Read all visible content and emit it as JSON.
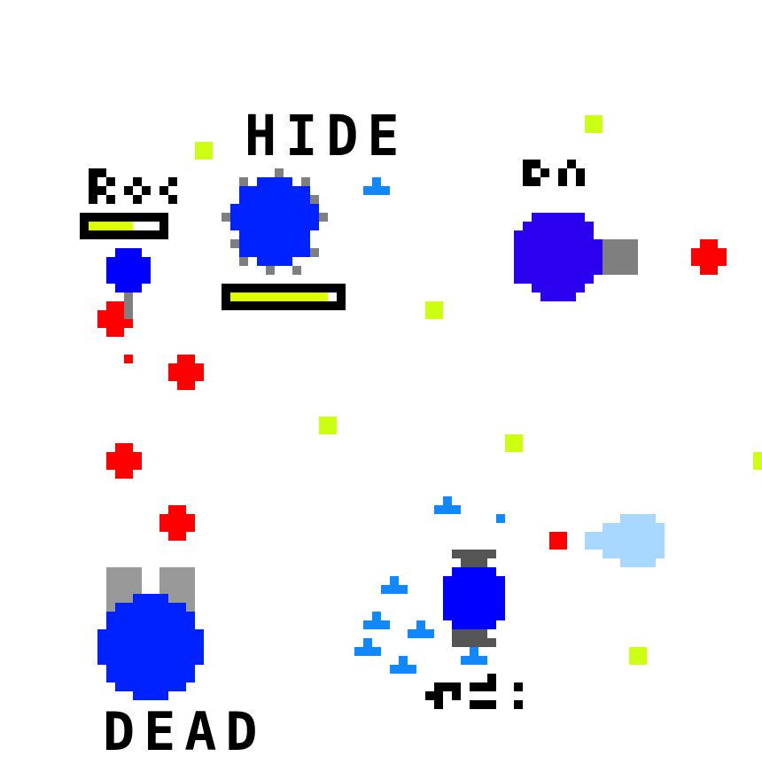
{
  "labels": {
    "status_top": "HIDE",
    "status_bottom": "DEAD"
  },
  "health_bars": [
    {
      "owner": "small-player",
      "fill_percent": 62
    },
    {
      "owner": "spiky-player",
      "fill_percent": 92
    }
  ],
  "colors": {
    "background": "#ffffff",
    "pellet": "#ccff11",
    "health_fill": "#ddff00",
    "bullet_red": "#ff0000",
    "player_blue": "#0022ff",
    "player_dark_blue": "#0000ff",
    "player_purple": "#2a00ee",
    "triangle_blue": "#1188ff",
    "barrel_gray": "#7f7f7f",
    "barrel_light_gray": "#999999",
    "barrel_dark_gray": "#555555",
    "cloud_light_blue": "#a8d8ff",
    "text_black": "#000000"
  }
}
